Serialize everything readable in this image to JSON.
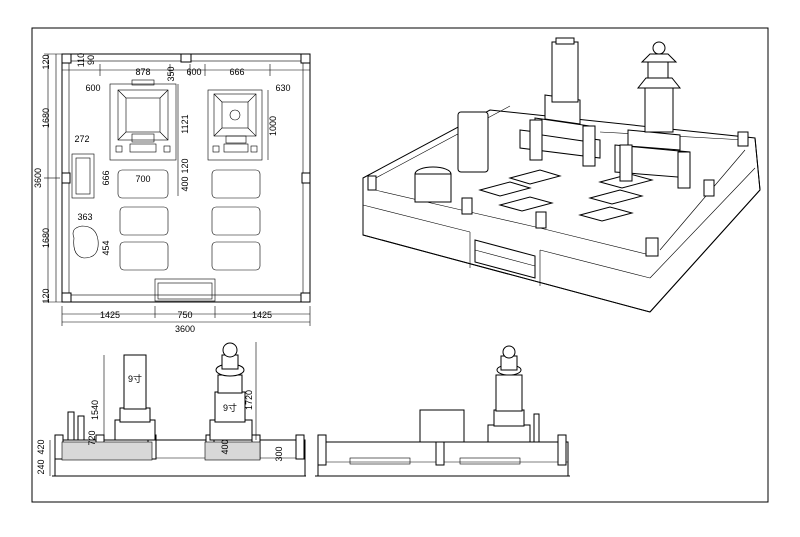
{
  "plan": {
    "dims_top": [
      "120",
      "110",
      "90",
      "878",
      "350",
      "600",
      "666",
      "600",
      "630"
    ],
    "dims_right": [
      "1121",
      "120",
      "400",
      "1000"
    ],
    "dims_left_outer": [
      "120",
      "1680",
      "3600",
      "1680",
      "120"
    ],
    "dims_inner": [
      "272",
      "666",
      "700",
      "363",
      "454"
    ],
    "dims_bottom": [
      "1425",
      "750",
      "1425",
      "3600"
    ]
  },
  "elevation": {
    "dims_left": [
      "420",
      "240"
    ],
    "dims_rotated": [
      "1540",
      "720",
      "1720",
      "400",
      "300"
    ],
    "labels": [
      "9寸",
      "9寸"
    ]
  }
}
